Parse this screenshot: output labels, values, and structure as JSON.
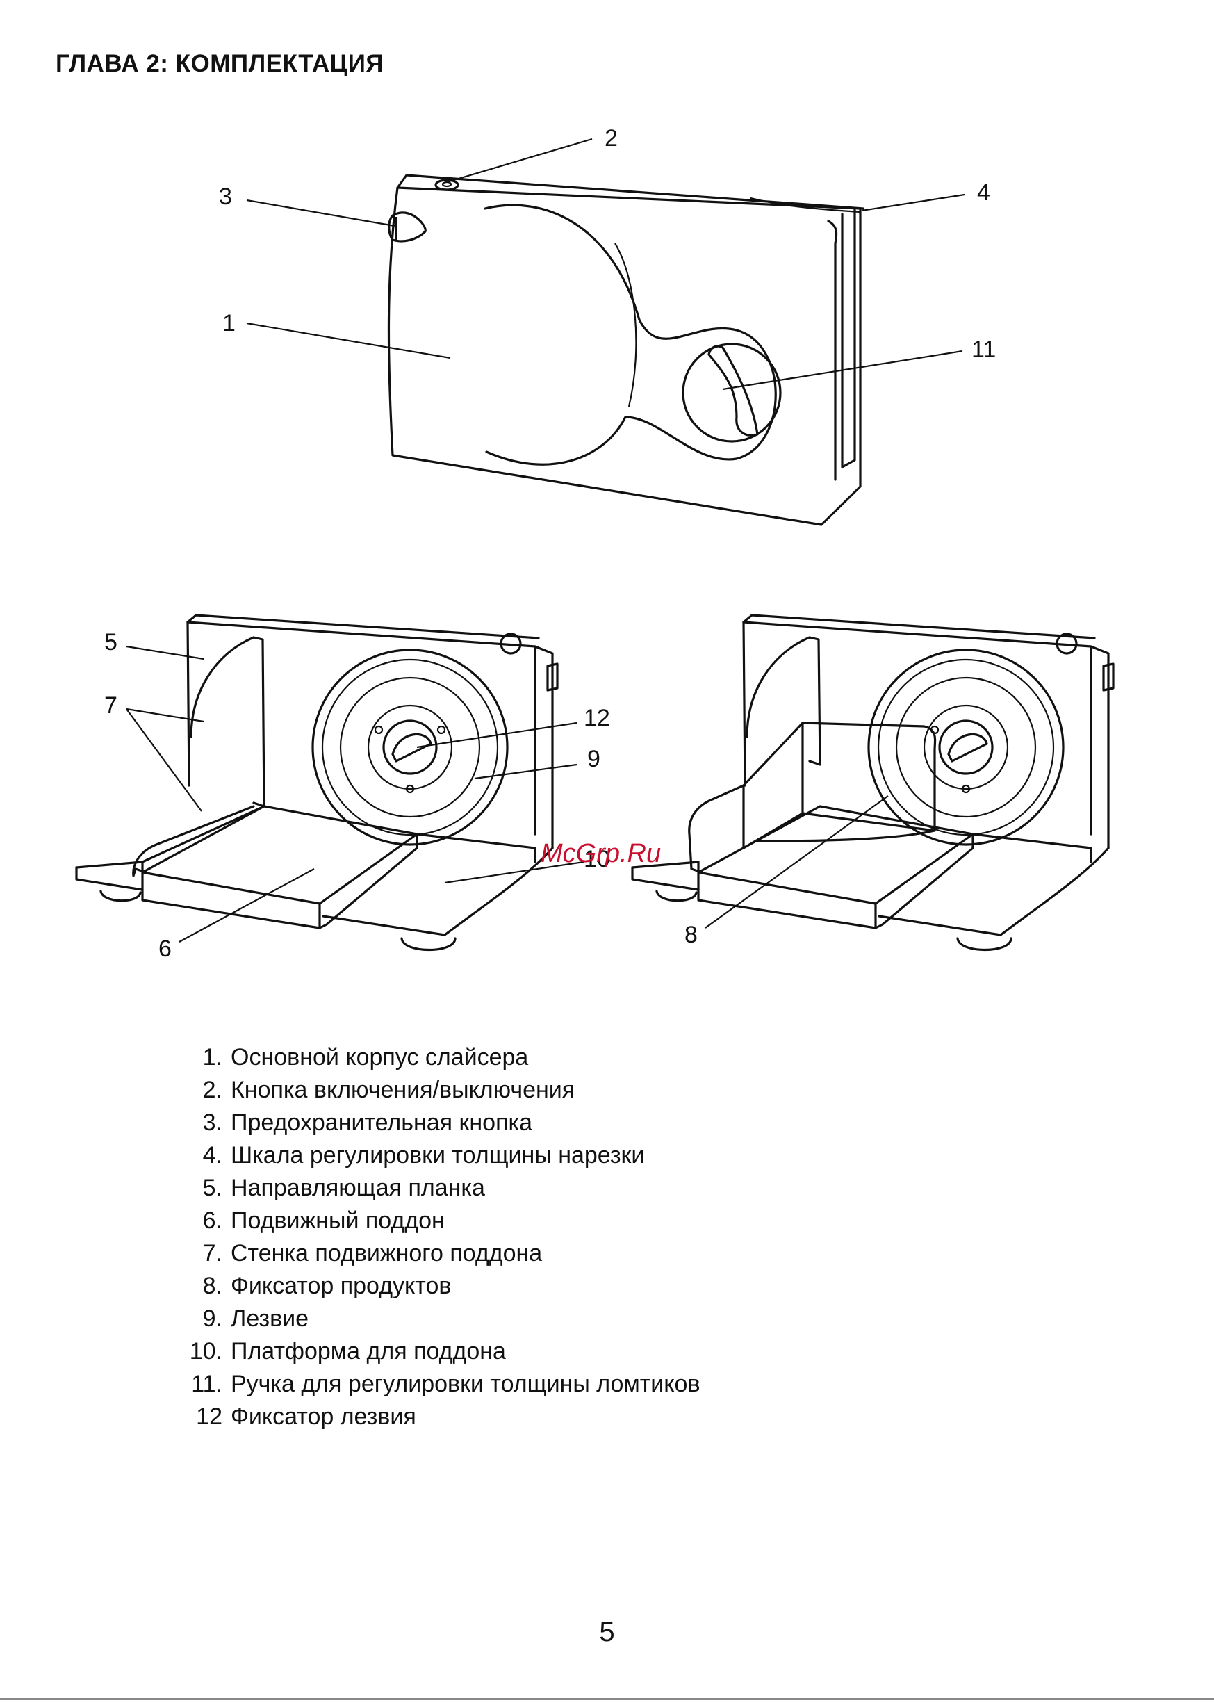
{
  "page": {
    "heading": "ГЛАВА 2: КОМПЛЕКТАЦИЯ",
    "page_number": "5"
  },
  "figure": {
    "callouts": [
      "1",
      "2",
      "3",
      "4",
      "5",
      "6",
      "7",
      "8",
      "9",
      "10",
      "11",
      "12"
    ],
    "watermark": "McGrp.Ru"
  },
  "parts": [
    {
      "num": "1.",
      "label": "Основной корпус слайсера"
    },
    {
      "num": "2.",
      "label": "Кнопка включения/выключения"
    },
    {
      "num": "3.",
      "label": "Предохранительная кнопка"
    },
    {
      "num": "4.",
      "label": "Шкала регулировки толщины нарезки"
    },
    {
      "num": "5.",
      "label": "Направляющая планка"
    },
    {
      "num": "6.",
      "label": "Подвижный поддон"
    },
    {
      "num": "7.",
      "label": "Стенка подвижного поддона"
    },
    {
      "num": "8.",
      "label": "Фиксатор продуктов"
    },
    {
      "num": "9.",
      "label": "Лезвие"
    },
    {
      "num": "10.",
      "label": "Платформа для поддона"
    },
    {
      "num": "11.",
      "label": "Ручка для регулировки толщины ломтиков"
    },
    {
      "num": "12",
      "label": "Фиксатор лезвия"
    }
  ],
  "colors": {
    "ink": "#111111",
    "watermark": "#c8102e"
  }
}
